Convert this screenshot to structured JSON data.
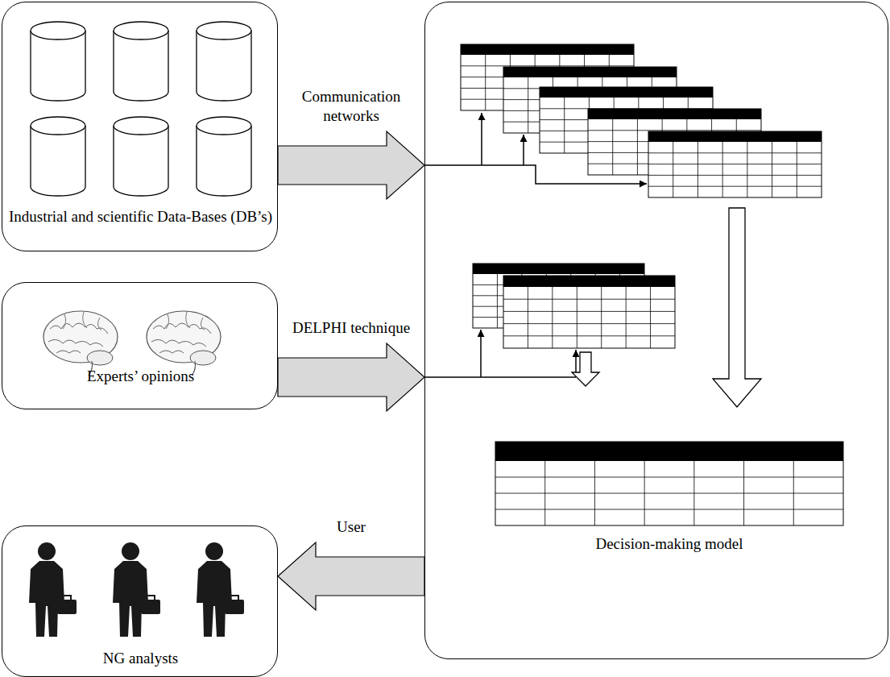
{
  "diagram": {
    "nodes": [
      {
        "text": [
          "Industrial and scientific Data-Bases (DB’s)"
        ]
      },
      {
        "text": [
          "Experts’ opinions"
        ]
      },
      {
        "text": [
          "NG analysts"
        ]
      },
      {
        "text": [
          "Decision-making model"
        ]
      }
    ],
    "edges": [
      {
        "from": 0,
        "to": 3,
        "label": "Communication networks",
        "arrow": "to"
      },
      {
        "from": 1,
        "to": 3,
        "label": "DELPHI technique",
        "arrow": "to"
      },
      {
        "from": 3,
        "to": 2,
        "label": "User",
        "arrow": "to"
      }
    ]
  }
}
